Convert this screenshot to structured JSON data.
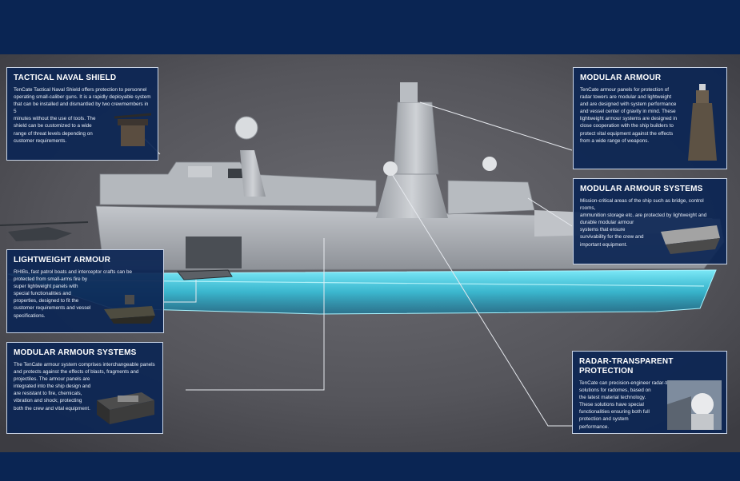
{
  "panels": {
    "tactical_naval_shield": {
      "title": "TACTICAL NAVAL SHIELD",
      "lines": [
        "TenCate Tactical Naval Shield offers protection to personnel",
        "operating small-caliber guns. It is a rapidly deployable system",
        "that can be installed and dismantled by two crewmembers in 5",
        "minutes without the use of tools. The",
        "shield can be customized to a wide",
        "range of threat levels depending on",
        "customer requirements."
      ]
    },
    "modular_armour_top": {
      "title": "MODULAR ARMOUR",
      "lines": [
        "TenCate armour panels for protection of",
        "radar towers are modular and lightweight",
        "and are designed with system performance",
        "and vessel center of gravity in mind. These",
        "lightweight armour systems are designed in",
        "close cooperation with the ship builders to",
        "protect vital equipment against the effects",
        "from a wide range of weapons."
      ]
    },
    "modular_armour_systems_right": {
      "title": "MODULAR ARMOUR SYSTEMS",
      "lines": [
        "Mission-critical areas of the ship such as bridge, control rooms,",
        "ammunition storage etc. are protected by lightweight and",
        "durable modular armour",
        "systems that ensure",
        "survivability for the crew and",
        "important equipment."
      ]
    },
    "lightweight_armour": {
      "title": "LIGHTWEIGHT ARMOUR",
      "lines": [
        "RHIBs, fast patrol boats and interceptor crafts can be",
        "protected from small-arms fire by",
        "super lightweight panels with",
        "special functionalities and",
        "properties, designed to fit the",
        "customer requirements and vessel",
        "specifications."
      ]
    },
    "modular_armour_systems_left": {
      "title": "MODULAR ARMOUR SYSTEMS",
      "lines": [
        "The TenCate armour system comprises interchangeable panels",
        "and protects against the effects of blasts, fragments and",
        "projectiles. The armour panels are",
        "integrated into the ship design and",
        "are resistant to fire, chemicals,",
        "vibration and shock; protecting",
        "both the crew and vital equipment."
      ]
    },
    "radar_transparent": {
      "title": "RADAR-TRANSPARENT PROTECTION",
      "lines": [
        "TenCate can precision-engineer radar-transparent protection",
        "solutions for radomes, based on",
        "the latest material technology.",
        "These solutions have special",
        "functionalities ensuring both full",
        "protection and system",
        "performance."
      ]
    }
  },
  "colors": {
    "navy_band": "#0a2553",
    "panel_fill": "#0c2654",
    "panel_border": "#c9d4e6",
    "hull_glow": "#2fd3f0",
    "ship_grey": "#a9adb3",
    "background_grey": "#54545a"
  }
}
